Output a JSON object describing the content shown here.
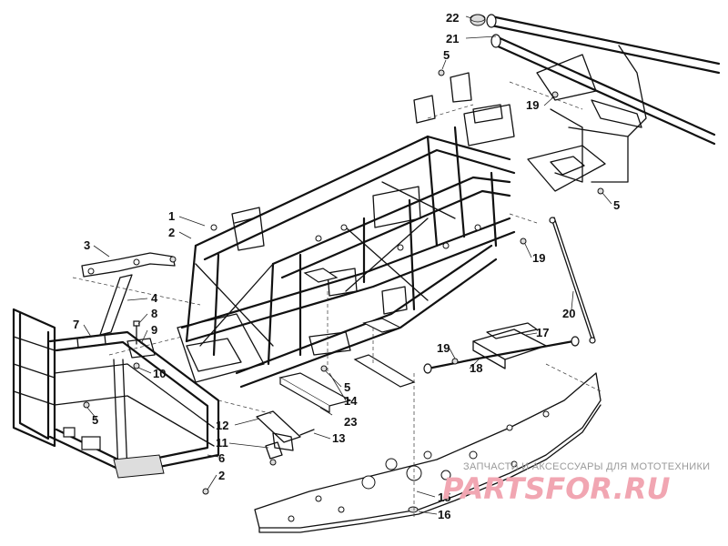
{
  "diagram": {
    "callouts": [
      {
        "id": "c22",
        "text": "22"
      },
      {
        "id": "c21",
        "text": "21"
      },
      {
        "id": "c5a",
        "text": "5"
      },
      {
        "id": "c19a",
        "text": "19"
      },
      {
        "id": "c5b",
        "text": "5"
      },
      {
        "id": "c1",
        "text": "1"
      },
      {
        "id": "c2a",
        "text": "2"
      },
      {
        "id": "c3",
        "text": "3"
      },
      {
        "id": "c19b",
        "text": "19"
      },
      {
        "id": "c4",
        "text": "4"
      },
      {
        "id": "c8",
        "text": "8"
      },
      {
        "id": "c7",
        "text": "7"
      },
      {
        "id": "c9",
        "text": "9"
      },
      {
        "id": "c20",
        "text": "20"
      },
      {
        "id": "c17",
        "text": "17"
      },
      {
        "id": "c19c",
        "text": "19"
      },
      {
        "id": "c18",
        "text": "18"
      },
      {
        "id": "c10",
        "text": "10"
      },
      {
        "id": "c5c",
        "text": "5"
      },
      {
        "id": "c14",
        "text": "14"
      },
      {
        "id": "c5d",
        "text": "5"
      },
      {
        "id": "c23",
        "text": "23"
      },
      {
        "id": "c12",
        "text": "12"
      },
      {
        "id": "c13",
        "text": "13"
      },
      {
        "id": "c11",
        "text": "11"
      },
      {
        "id": "c6",
        "text": "6"
      },
      {
        "id": "c2b",
        "text": "2"
      },
      {
        "id": "c15",
        "text": "15"
      },
      {
        "id": "c16",
        "text": "16"
      }
    ]
  },
  "watermark": {
    "tagline": "ЗАПЧАСТИ И АКСЕССУАРЫ ДЛЯ МОТОТЕХНИКИ",
    "logo_text": "PARTSFOR.RU"
  },
  "colors": {
    "line": "#111111",
    "watermark_text": "#9a9a9a",
    "watermark_logo": "#f1a6b2"
  }
}
